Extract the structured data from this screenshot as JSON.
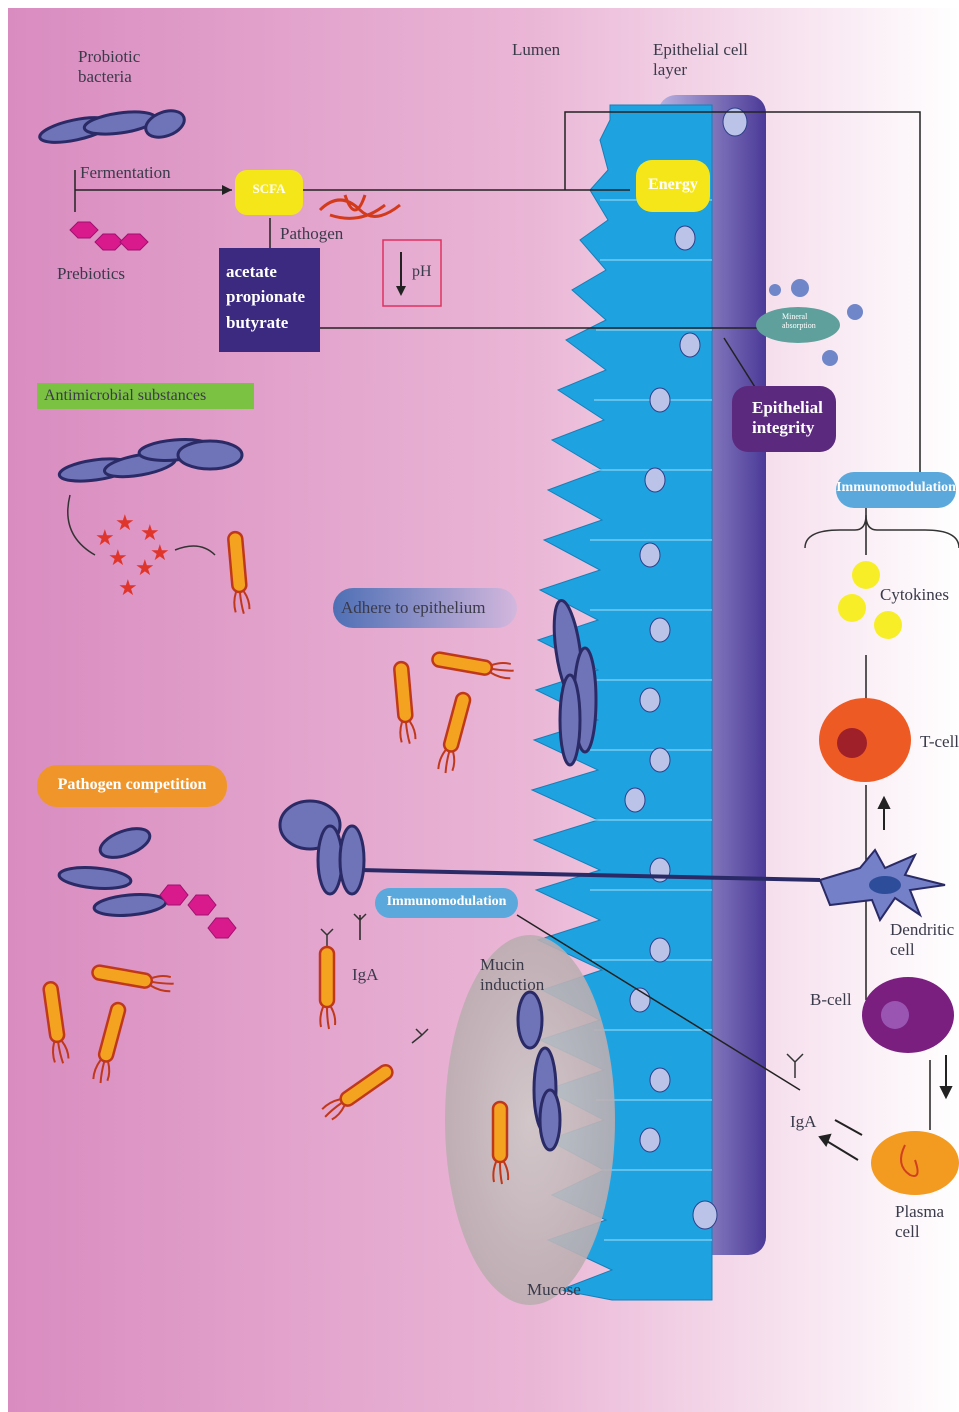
{
  "labels": {
    "probiotic": "Probiotic\nbacteria",
    "fermentation": "Fermentation",
    "prebiotics": "Prebiotics",
    "scfa": "SCFA",
    "pathogen": "Pathogen",
    "ph": "pH",
    "acids": [
      "acetate",
      "propionate",
      "butyrate"
    ],
    "lumen": "Lumen",
    "epithelial_layer": "Epithelial cell\nlayer",
    "energy": "Energy",
    "mineral_absorption": "Mineral\nabsorption",
    "epithelial_integrity": "Epithelial\nintegrity",
    "antimicrobial": "Antimicrobial substances",
    "adhere": "Adhere to epithelium",
    "pathogen_competition": "Pathogen competition",
    "immunomodulation_right": "Immunomodulation",
    "immunomodulation_center": "Immunomodulation",
    "cytokines": "Cytokines",
    "t_cell": "T-cell",
    "dendritic_cell": "Dendritic\ncell",
    "b_cell": "B-cell",
    "plasma_cell": "Plasma\ncell",
    "iga_left": "IgA",
    "iga_right": "IgA",
    "mucin_induction": "Mucin\ninduction",
    "mucose": "Mucose"
  },
  "colors": {
    "background_left": "#d98cc0",
    "background_right": "#ffffff",
    "epithelium": "#1fa3e0",
    "basal_layer": "#5b4aa8",
    "scfa_yellow": "#f5e61a",
    "acid_box": "#3b2a80",
    "antimicrobial_green": "#7cc242",
    "adhere_blue": "#5a78b8",
    "competition_orange": "#f0952a",
    "immuno_blue": "#5aa8dc",
    "integrity_purple": "#5b2a7e",
    "probiotic_blue": "#6f73b8",
    "pathogen_orange": "#f3a31f",
    "prebiotic_magenta": "#d91a8c",
    "t_cell": "#ee5a24",
    "b_cell": "#7a1f80",
    "plasma_cell": "#f39a21"
  }
}
